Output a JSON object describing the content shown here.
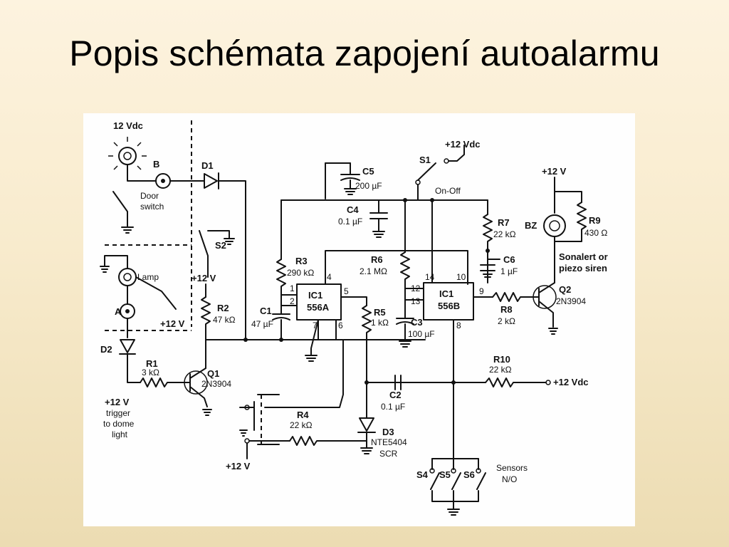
{
  "slide": {
    "title": "Popis schémata zapojení autoalarmu"
  },
  "labels": {
    "supply_top_left": "12 Vdc",
    "B": "B",
    "D1": "D1",
    "door1": "Door",
    "door2": "switch",
    "S2": "S2",
    "lamp": "Lamp",
    "A": "A",
    "v12_lamp": "+12 V",
    "v12_r2": "+12 V",
    "R2": "R2",
    "R2v": "47 kΩ",
    "D2": "D2",
    "R1": "R1",
    "R1v": "3 kΩ",
    "Q1": "Q1",
    "Q1v": "2N3904",
    "trig1": "+12 V",
    "trig2": "trigger",
    "trig3": "to dome",
    "trig4": "light",
    "R4": "R4",
    "R4v": "22 kΩ",
    "v12_bottom": "+12 V",
    "C5": "C5",
    "C5v": "200 µF",
    "C4": "C4",
    "C4v": "0.1 µF",
    "S1": "S1",
    "onoff": "On-Off",
    "v12_s1": "+12 Vdc",
    "R3": "R3",
    "R3v": "290 kΩ",
    "C1": "C1",
    "C1v": "47 µF",
    "IC1a": "IC1",
    "IC1a_v": "556A",
    "p1": "1",
    "p2": "2",
    "p4": "4",
    "p5": "5",
    "p6": "6",
    "p7": "7",
    "R5": "R5",
    "R5v": "1 kΩ",
    "R6": "R6",
    "R6v": "2.1 MΩ",
    "C3": "C3",
    "C3v": "100 µF",
    "IC1b": "IC1",
    "IC1b_v": "556B",
    "p8": "8",
    "p9": "9",
    "p10": "10",
    "p12": "12",
    "p13": "13",
    "p14": "14",
    "R7": "R7",
    "R7v": "22 kΩ",
    "C6": "C6",
    "C6v": "1 µF",
    "v12_top_right": "+12 V",
    "BZ": "BZ",
    "R9": "R9",
    "R9v": "430 Ω",
    "siren1": "Sonalert or",
    "siren2": "piezo siren",
    "Q2": "Q2",
    "Q2v": "2N3904",
    "R8": "R8",
    "R8v": "2 kΩ",
    "R10": "R10",
    "R10v": "22 kΩ",
    "v12_r10": "+12 Vdc",
    "C2": "C2",
    "C2v": "0.1 µF",
    "D3": "D3",
    "D3v": "NTE5404",
    "D3t": "SCR",
    "S4": "S4",
    "S5": "S5",
    "S6": "S6",
    "sensors1": "Sensors",
    "sensors2": "N/O"
  }
}
